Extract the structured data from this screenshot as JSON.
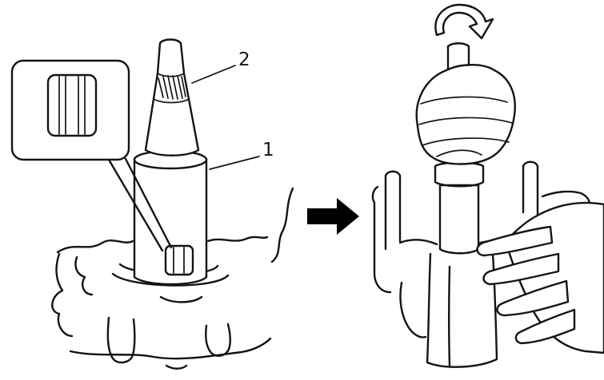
{
  "figure": {
    "background": "#ffffff",
    "line_color": "#141414",
    "left_panel": {
      "callouts": [
        {
          "label": "2",
          "target": "splined-shaft"
        },
        {
          "label": "1",
          "target": "installer-tool"
        }
      ],
      "inset": {
        "icon": "spline-slot-detail"
      }
    },
    "step_arrow": {
      "icon": "right-arrow",
      "color": "#000000"
    },
    "right_panel": {
      "rotation_icon": "rotate-clockwise-arrow"
    }
  }
}
